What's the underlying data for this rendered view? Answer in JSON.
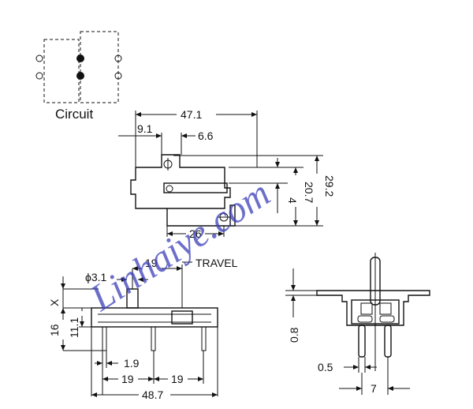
{
  "circuit": {
    "label": "Circuit"
  },
  "top_view": {
    "dim_length": "47.1",
    "dim_offset_left": "9.1",
    "dim_offset_right": "6.6",
    "dim_small_v": "4",
    "dim_mid_v": "20.7",
    "dim_total_v": "29.2",
    "dim_width_26": "26"
  },
  "front_view": {
    "dim_phi": "ϕ3.1",
    "dim_travel_value": "19",
    "dim_travel_label": "TRAVEL",
    "dim_x": "X",
    "dim_16": "16",
    "dim_11_1": "11.1",
    "dim_pin": "1.9",
    "dim_pitch_a": "19",
    "dim_pitch_b": "19",
    "dim_total": "48.7"
  },
  "side_view": {
    "dim_0_8": "0.8",
    "dim_0_5": "0.5",
    "dim_7": "7"
  },
  "watermark": {
    "text": "Linhaiye.com"
  },
  "colors": {
    "line": "#111111",
    "watermark": "#3b3fb8"
  }
}
